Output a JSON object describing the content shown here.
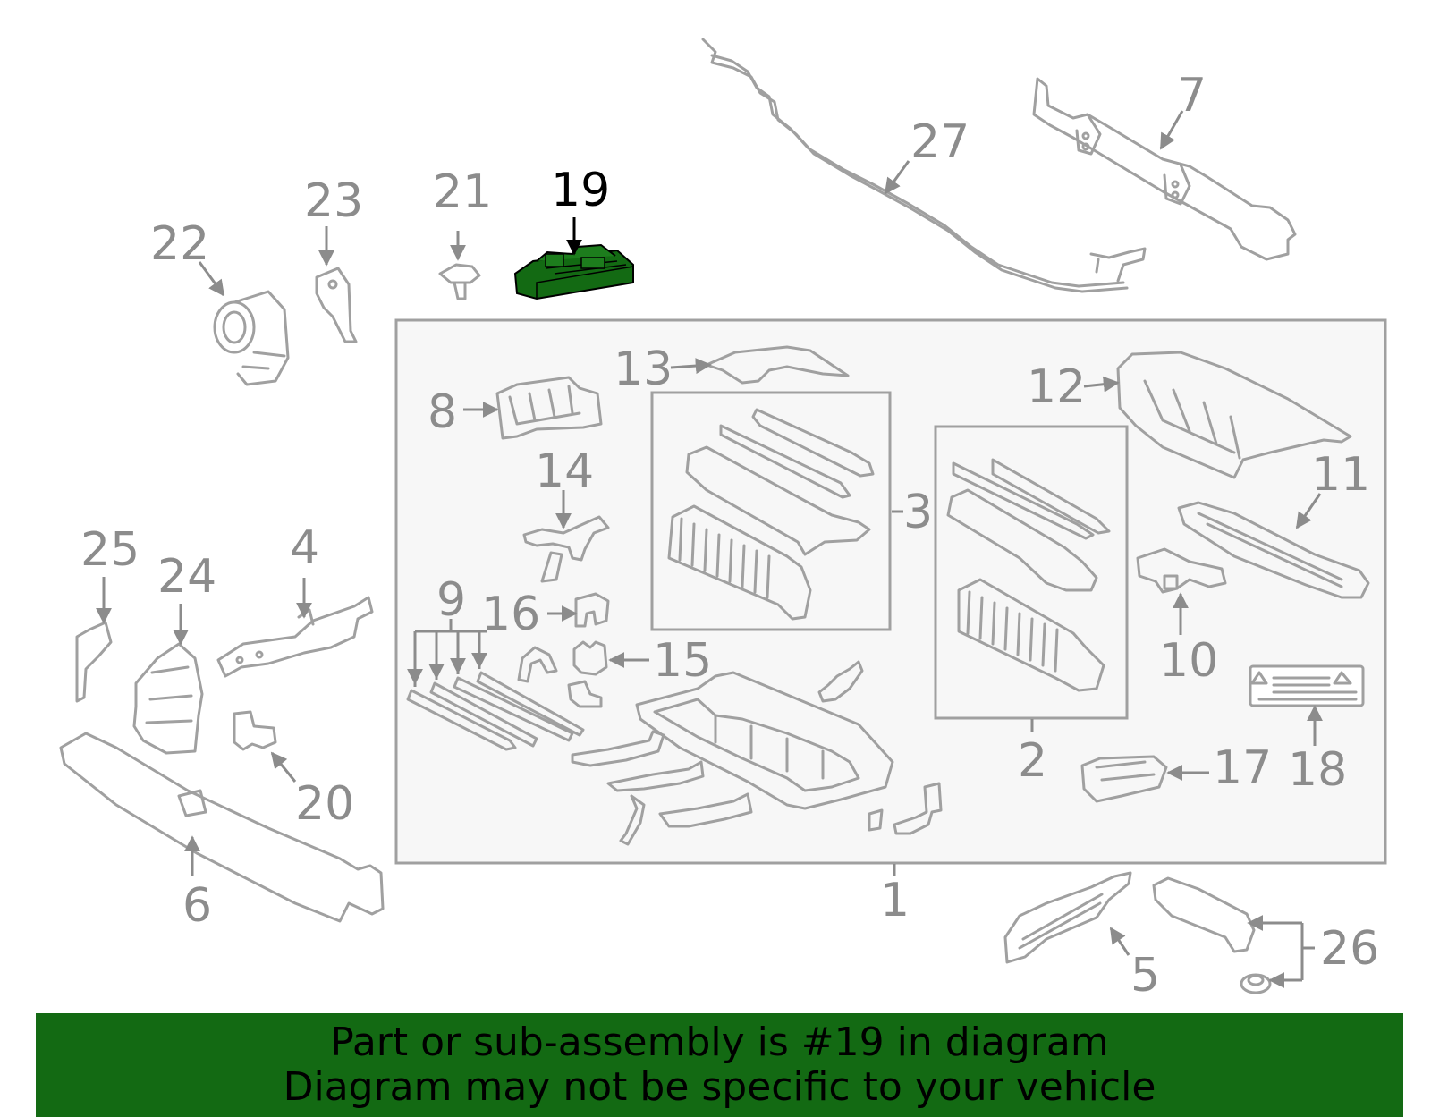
{
  "colors": {
    "highlight": "#136a13",
    "line": "#a0a0a0",
    "label": "#8c8c8c",
    "box_fill": "#f7f7f7"
  },
  "highlighted_part": "19",
  "labels": {
    "l1": "1",
    "l2": "2",
    "l3": "3",
    "l4": "4",
    "l5": "5",
    "l6": "6",
    "l7": "7",
    "l8": "8",
    "l9": "9",
    "l10": "10",
    "l11": "11",
    "l12": "12",
    "l13": "13",
    "l14": "14",
    "l15": "15",
    "l16": "16",
    "l17": "17",
    "l18": "18",
    "l19": "19",
    "l20": "20",
    "l21": "21",
    "l22": "22",
    "l23": "23",
    "l24": "24",
    "l25": "25",
    "l26": "26",
    "l27": "27"
  },
  "banner": {
    "line1": "Part or sub-assembly is #19 in diagram",
    "line2": "Diagram may not be specific to your vehicle"
  }
}
